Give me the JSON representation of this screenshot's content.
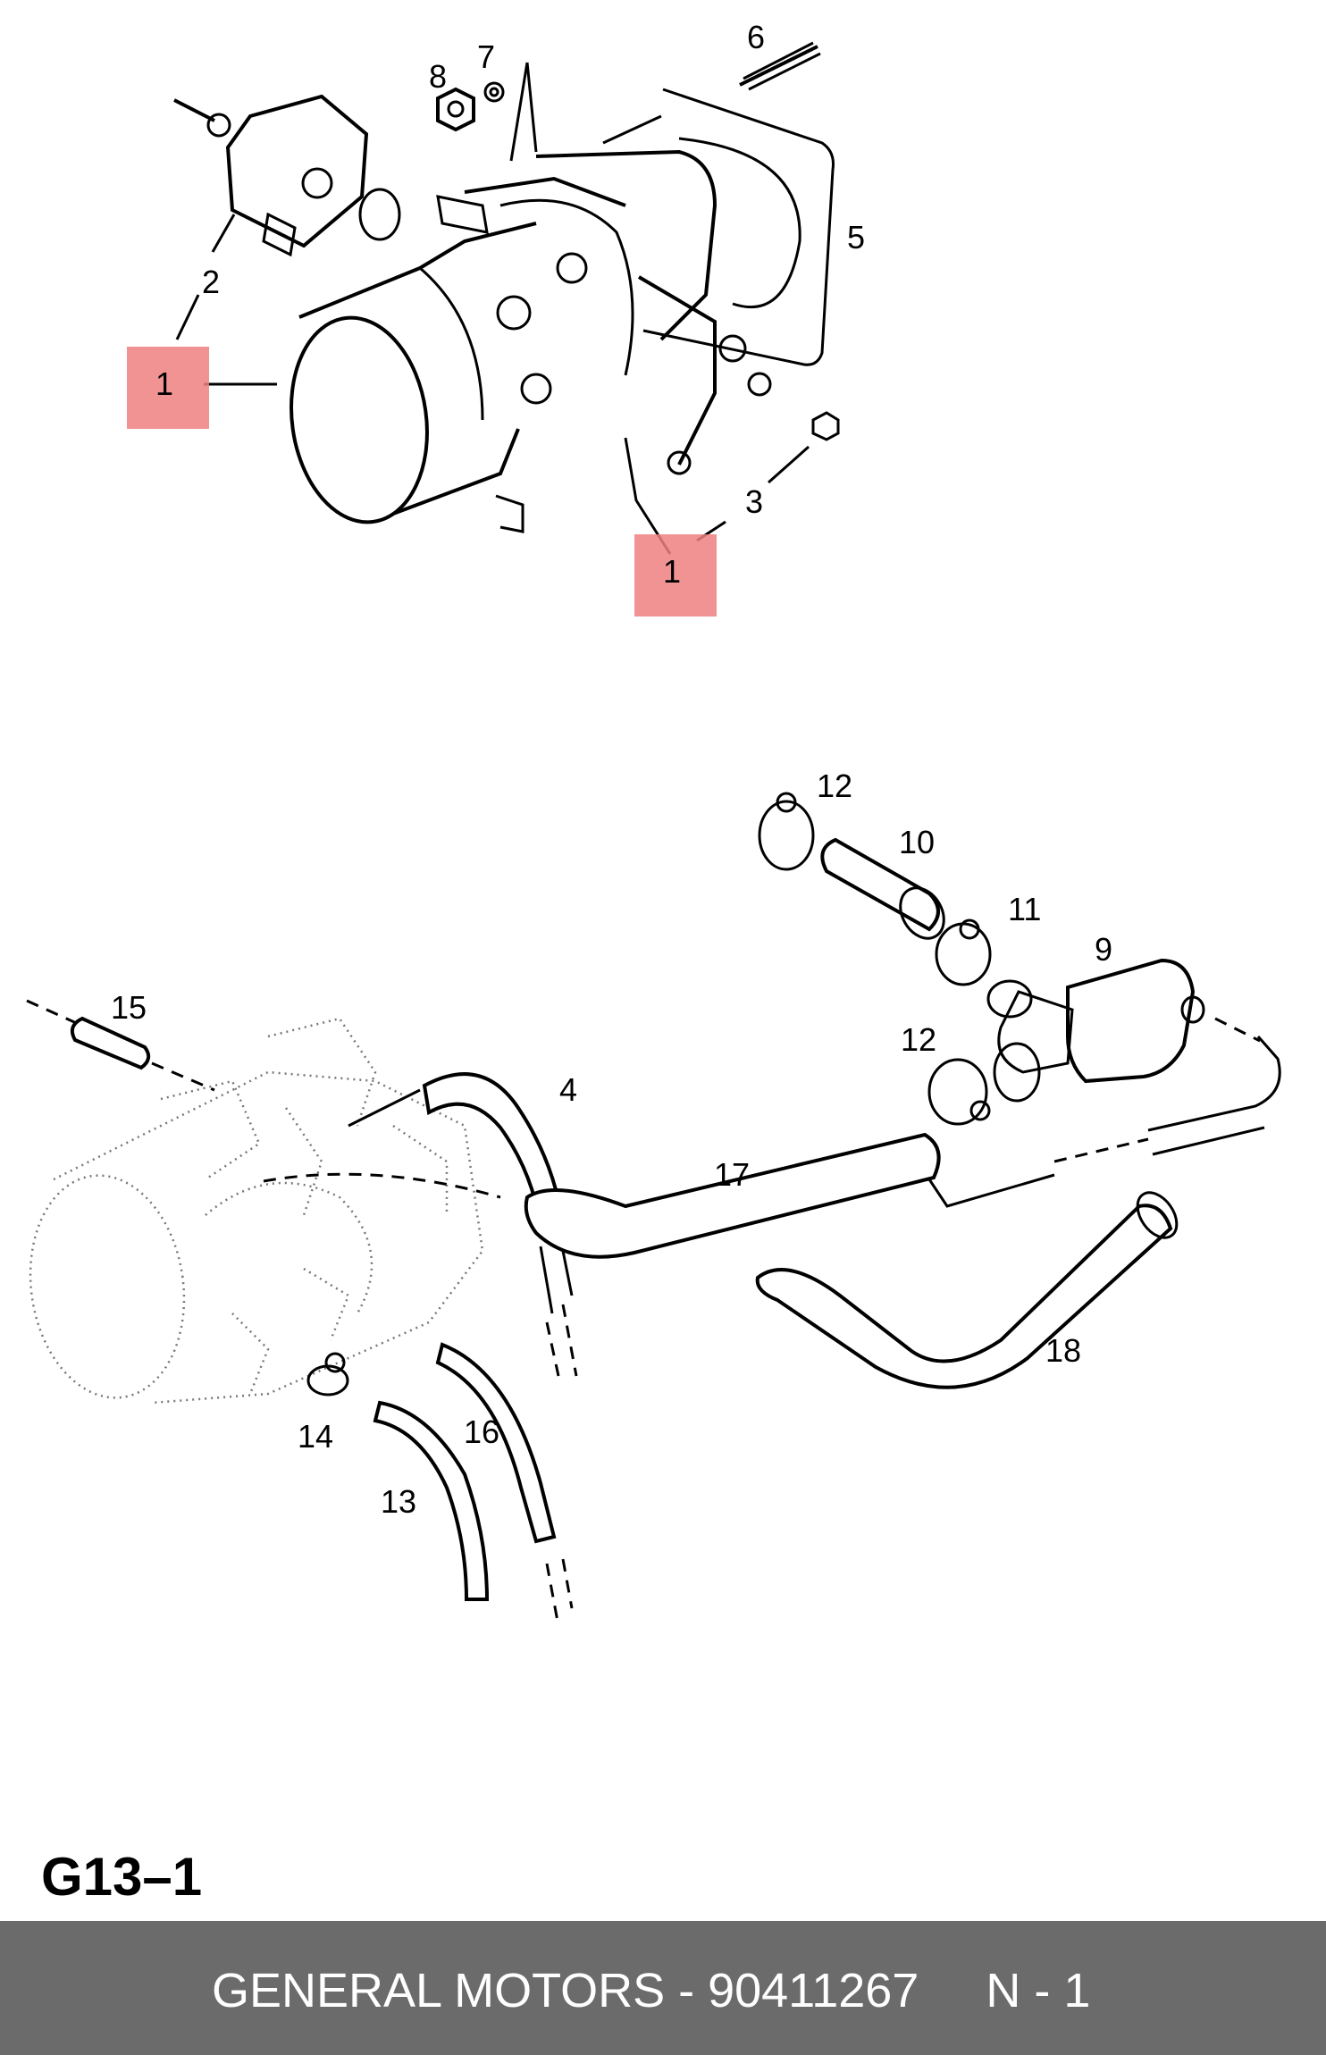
{
  "diagram": {
    "code": "G13–1",
    "highlighted_part": "1",
    "highlight_color": "#f08080",
    "callouts": [
      "1",
      "1",
      "2",
      "3",
      "4",
      "5",
      "6",
      "7",
      "8",
      "9",
      "10",
      "11",
      "12",
      "12",
      "13",
      "14",
      "15",
      "16",
      "17",
      "18"
    ]
  },
  "footer": {
    "text": "GENERAL MOTORS - 90411267     N - 1",
    "background": "#6b6b6b",
    "text_color": "#ffffff"
  }
}
